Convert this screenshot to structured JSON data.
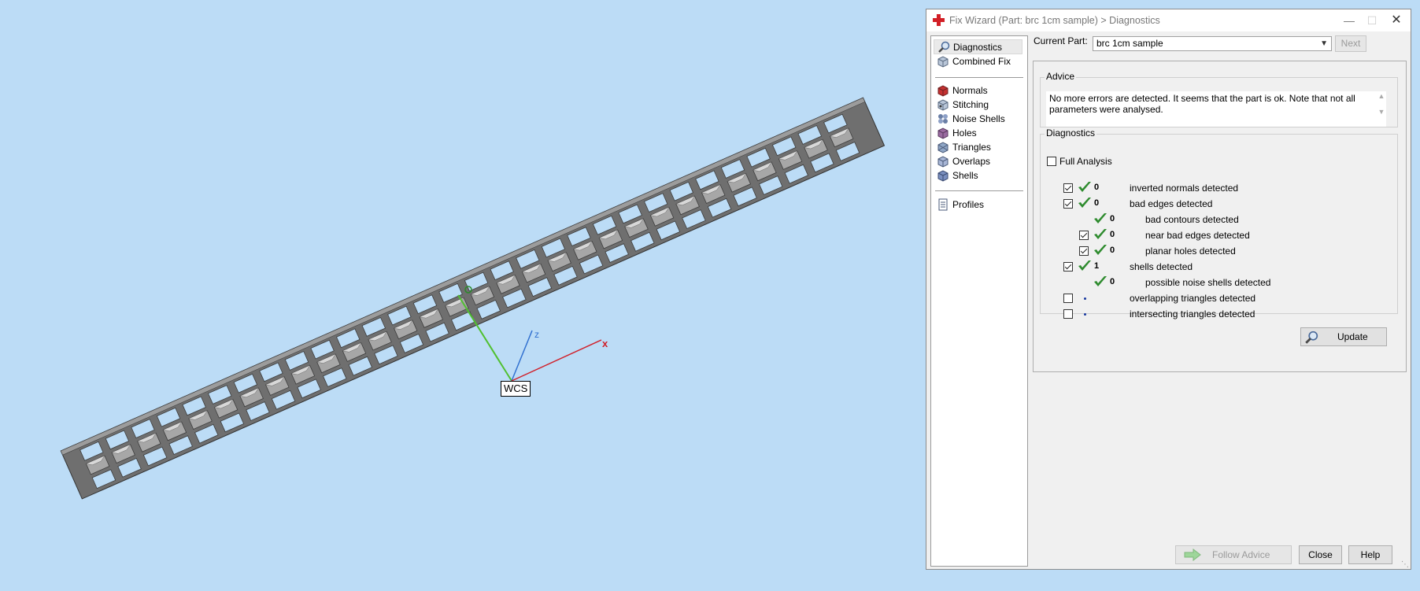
{
  "viewport": {
    "wcs_label": "WCS",
    "axes": {
      "x": "x",
      "z": "z"
    }
  },
  "window": {
    "title": "Fix Wizard (Part: brc 1cm sample) > Diagnostics",
    "minimize": "—",
    "maximize": "☐",
    "close": "✕"
  },
  "nav": {
    "items": [
      {
        "label": "Diagnostics",
        "icon": "magnifier-icon",
        "selected": true
      },
      {
        "label": "Combined Fix",
        "icon": "cube-icon"
      },
      {
        "label": "Normals",
        "icon": "red-cube-icon"
      },
      {
        "label": "Stitching",
        "icon": "stitch-cube-icon"
      },
      {
        "label": "Noise Shells",
        "icon": "noise-shells-icon"
      },
      {
        "label": "Holes",
        "icon": "holes-icon"
      },
      {
        "label": "Triangles",
        "icon": "triangles-icon"
      },
      {
        "label": "Overlaps",
        "icon": "overlaps-icon"
      },
      {
        "label": "Shells",
        "icon": "shells-icon"
      },
      {
        "label": "Profiles",
        "icon": "profiles-icon"
      }
    ]
  },
  "current_part": {
    "label": "Current Part:",
    "value": "brc 1cm sample",
    "next_label": "Next"
  },
  "advice": {
    "title": "Advice",
    "text": "No more errors are detected. It seems that the part is ok. Note that not all parameters were analysed."
  },
  "diagnostics": {
    "title": "Diagnostics",
    "full_analysis_label": "Full Analysis",
    "full_analysis_checked": false,
    "rows": [
      {
        "checked": true,
        "status": "ok",
        "count": "0",
        "label": "inverted normals detected"
      },
      {
        "checked": true,
        "status": "ok",
        "count": "0",
        "label": "bad edges detected"
      },
      {
        "checked": null,
        "status": "ok",
        "count": "0",
        "label": "bad contours detected"
      },
      {
        "checked": true,
        "status": "ok",
        "count": "0",
        "label": "near bad edges detected"
      },
      {
        "checked": true,
        "status": "ok",
        "count": "0",
        "label": "planar holes detected"
      },
      {
        "checked": true,
        "status": "ok",
        "count": "1",
        "label": "shells detected"
      },
      {
        "checked": null,
        "status": "ok",
        "count": "0",
        "label": "possible noise shells detected"
      },
      {
        "checked": false,
        "status": "pending",
        "count": "",
        "label": "overlapping triangles detected"
      },
      {
        "checked": false,
        "status": "pending",
        "count": "",
        "label": "intersecting triangles detected"
      }
    ],
    "update_label": "Update"
  },
  "footer": {
    "follow_advice_label": "Follow Advice",
    "close_label": "Close",
    "help_label": "Help"
  },
  "colors": {
    "background": "#bcdcf6",
    "ok_check": "#2e8b2e",
    "part_gray": "#8e8e8e",
    "axis_x": "#d0202a",
    "axis_y": "#50c030",
    "axis_z": "#3070d0"
  }
}
